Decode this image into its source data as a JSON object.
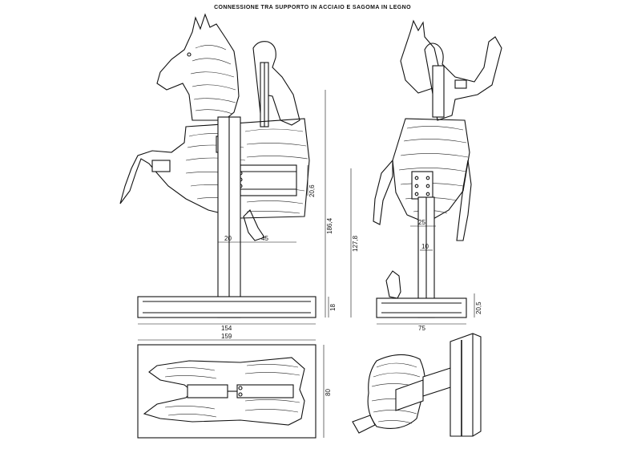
{
  "title": "CONNESSIONE TRA SUPPORTO IN ACCIAIO E SAGOMA IN LEGNO",
  "dimensions": {
    "d20": "20",
    "d45": "45",
    "d20_6": "20,6",
    "d186_4": "186,4",
    "d18": "18",
    "d154": "154",
    "d159": "159",
    "d80": "80",
    "d127_8": "127,8",
    "d25": "25",
    "d10": "10",
    "d20_5": "20,5",
    "d75": "75"
  }
}
